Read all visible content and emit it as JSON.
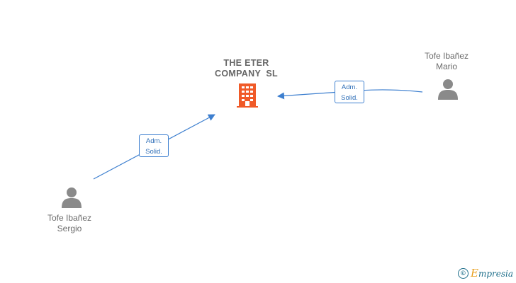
{
  "company": {
    "line1": "THE ETER",
    "line2": "COMPANY  SL",
    "icon": "building-icon",
    "color": "#f05a28"
  },
  "persons": [
    {
      "line1": "Tofe Ibañez",
      "line2": "Mario",
      "icon": "person-icon"
    },
    {
      "line1": "Tofe Ibañez",
      "line2": "Sergio",
      "icon": "person-icon"
    }
  ],
  "relations": [
    {
      "line1": "Adm.",
      "line2": "Solid."
    },
    {
      "line1": "Adm.",
      "line2": "Solid."
    }
  ],
  "edge_color": "#3d7fcf",
  "watermark": {
    "copyright": "©",
    "brand_initial": "E",
    "brand_rest": "mpresia"
  }
}
